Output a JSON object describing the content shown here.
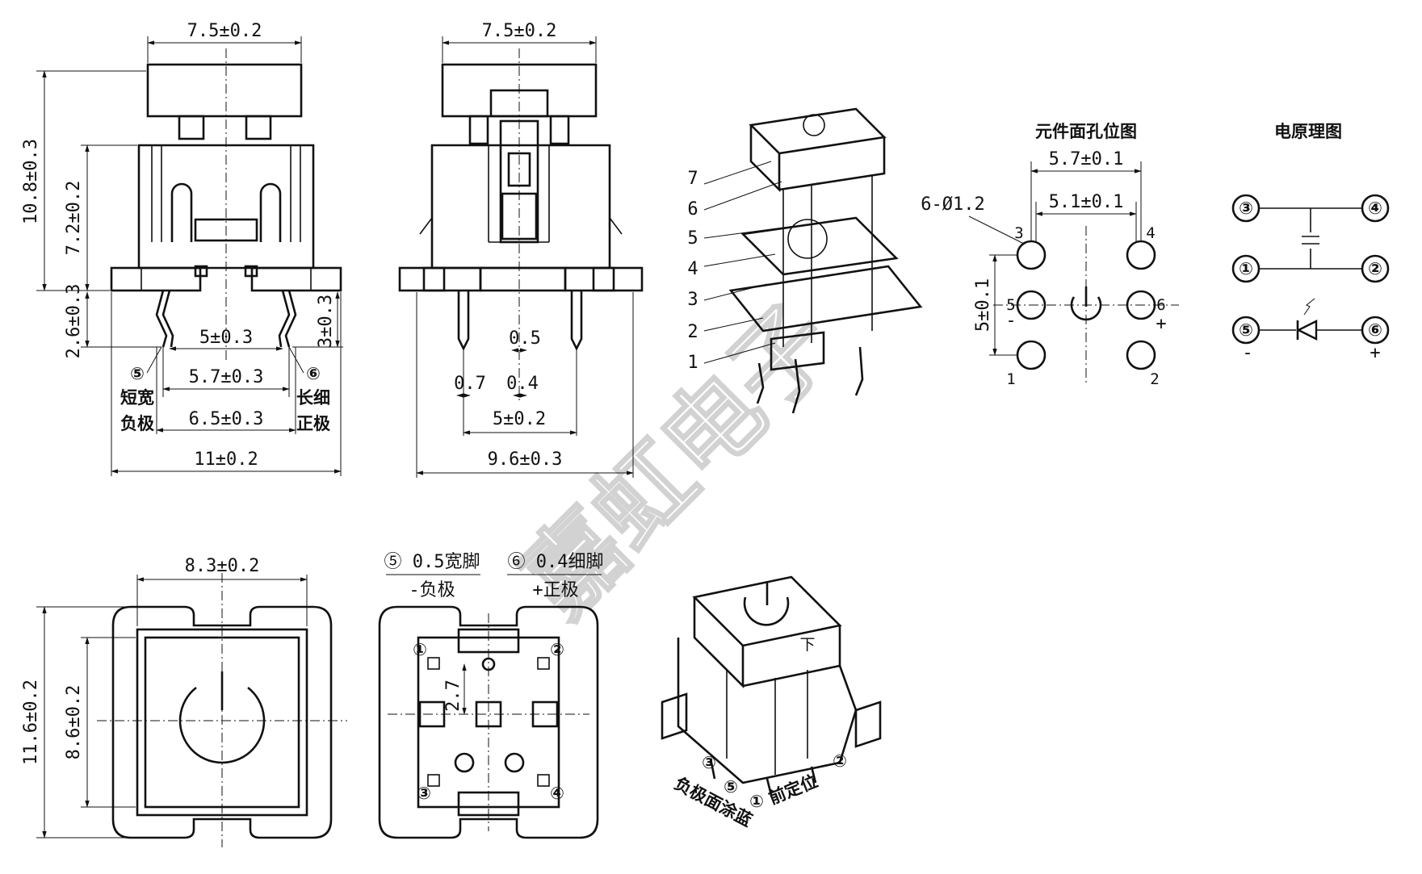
{
  "views": {
    "front": {
      "dim_top": "7.5±0.2",
      "dim_overall_height": "10.8±0.3",
      "dim_body_height": "7.2±0.2",
      "dim_pin_height_left": "2.6±0.3",
      "dim_pin_height_right": "3±0.3",
      "dim_inner": "5±0.3",
      "dim_mid": "5.7±0.3",
      "dim_outer": "6.5±0.3",
      "dim_width": "11±0.2",
      "pin5_num": "⑤",
      "pin5_line1": "短宽",
      "pin5_line2": "负极",
      "pin6_num": "⑥",
      "pin6_line1": "长细",
      "pin6_line2": "正极"
    },
    "side": {
      "dim_top": "7.5±0.2",
      "dim_pin_a": "0.5",
      "dim_pin_b": "0.7",
      "dim_pin_c": "0.4",
      "dim_pitch": "5±0.2",
      "dim_width": "9.6±0.3"
    },
    "iso_top": {
      "labels": [
        "7",
        "6",
        "5",
        "4",
        "3",
        "2",
        "1"
      ]
    },
    "hole_layout": {
      "title": "元件面孔位图",
      "dim_outer": "5.7±0.1",
      "dim_inner": "5.1±0.1",
      "dim_hole": "6-Ø1.2",
      "dim_vertical": "5±0.1",
      "pins": [
        "3",
        "4",
        "5",
        "6",
        "1",
        "2"
      ],
      "minus": "-",
      "plus": "+"
    },
    "schematic": {
      "title": "电原理图",
      "nodes": [
        "③",
        "④",
        "①",
        "②",
        "⑤",
        "⑥"
      ],
      "minus": "-",
      "plus": "+"
    },
    "top_view": {
      "dim_width": "8.3±0.2",
      "dim_outer_height": "11.6±0.2",
      "dim_inner_height": "8.6±0.2"
    },
    "bottom_view": {
      "note_left_1": "⑤ 0.5宽脚",
      "note_left_2": "-负极",
      "note_right_1": "⑥ 0.4细脚",
      "note_right_2": "+正极",
      "dim_offset": "2.7",
      "corners": [
        "①",
        "②",
        "③",
        "④"
      ]
    },
    "iso_bottom": {
      "mark": "下",
      "label_left": "负极面涂蓝",
      "label_right": "前定位",
      "pins": [
        "③",
        "⑤",
        "①",
        "②"
      ]
    }
  },
  "watermark": "嘉虹电子"
}
